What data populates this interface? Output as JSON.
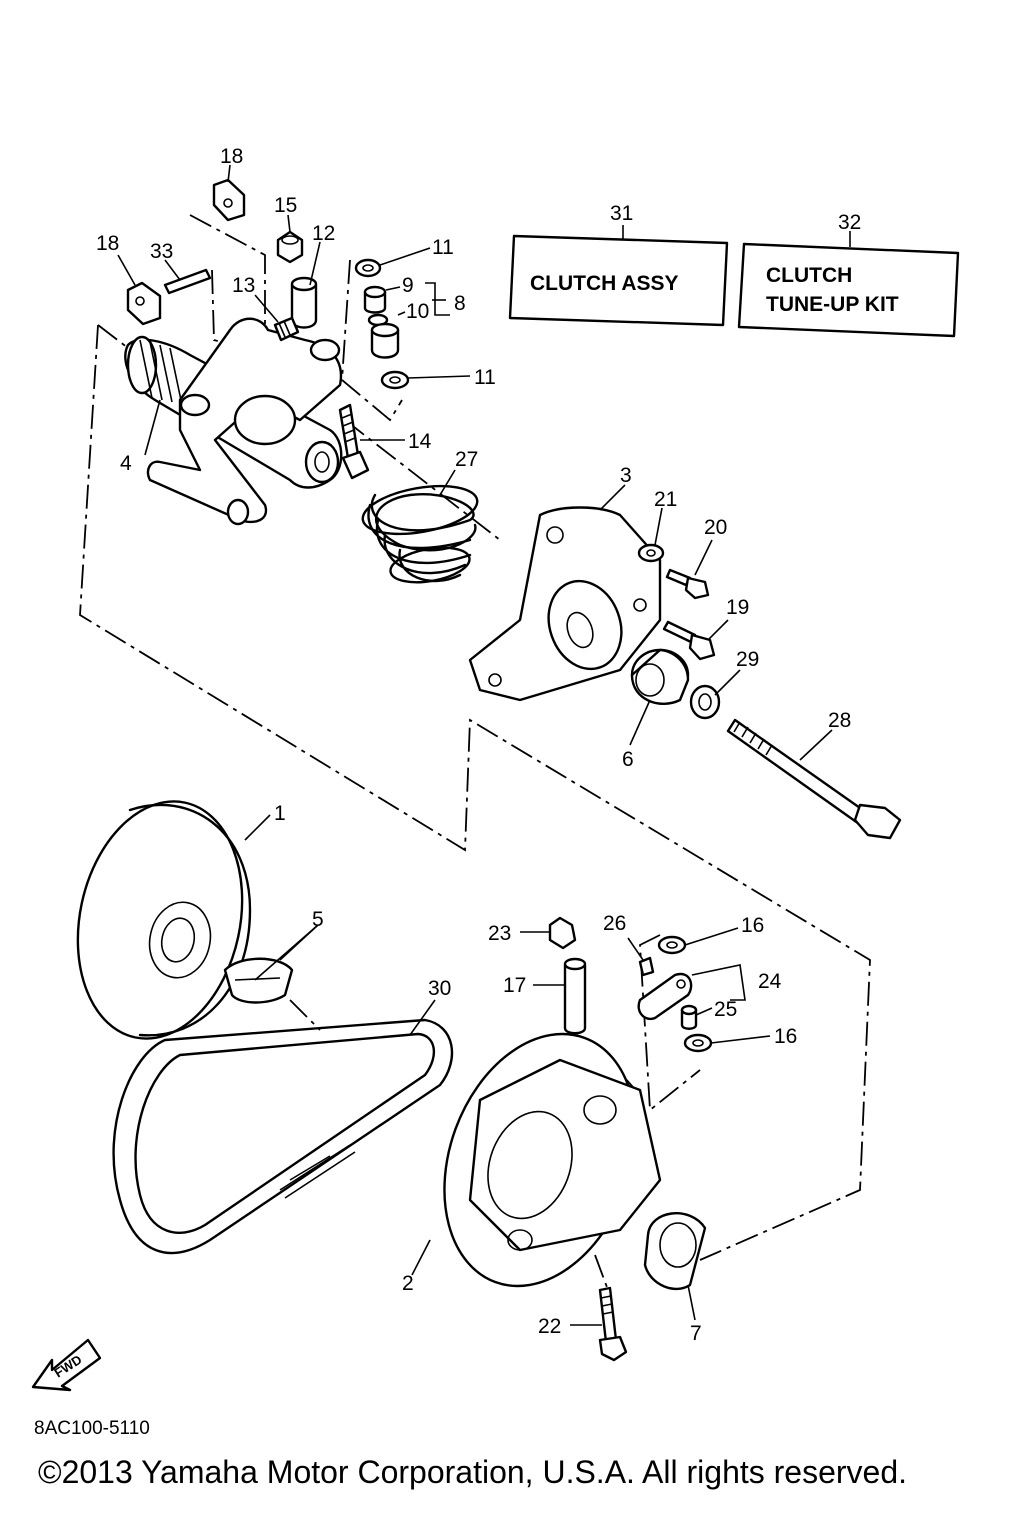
{
  "kit_boxes": [
    {
      "number": "31",
      "lines": [
        "CLUTCH ASSY"
      ]
    },
    {
      "number": "32",
      "lines": [
        "CLUTCH",
        "TUNE-UP KIT"
      ]
    }
  ],
  "part_labels": {
    "p1": "1",
    "p2": "2",
    "p3": "3",
    "p4": "4",
    "p5": "5",
    "p6": "6",
    "p7": "7",
    "p8": "8",
    "p9": "9",
    "p10": "10",
    "p11a": "11",
    "p11b": "11",
    "p12": "12",
    "p13": "13",
    "p14": "14",
    "p15": "15",
    "p16a": "16",
    "p16b": "16",
    "p17": "17",
    "p18a": "18",
    "p18b": "18",
    "p19": "19",
    "p20": "20",
    "p21": "21",
    "p22": "22",
    "p23": "23",
    "p24": "24",
    "p25": "25",
    "p26": "26",
    "p27": "27",
    "p28": "28",
    "p29": "29",
    "p30": "30",
    "p33": "33"
  },
  "fwd_arrow_label": "FWD",
  "diagram_code": "8AC100-5110",
  "copyright": "©2013 Yamaha Motor Corporation, U.S.A. All rights reserved."
}
